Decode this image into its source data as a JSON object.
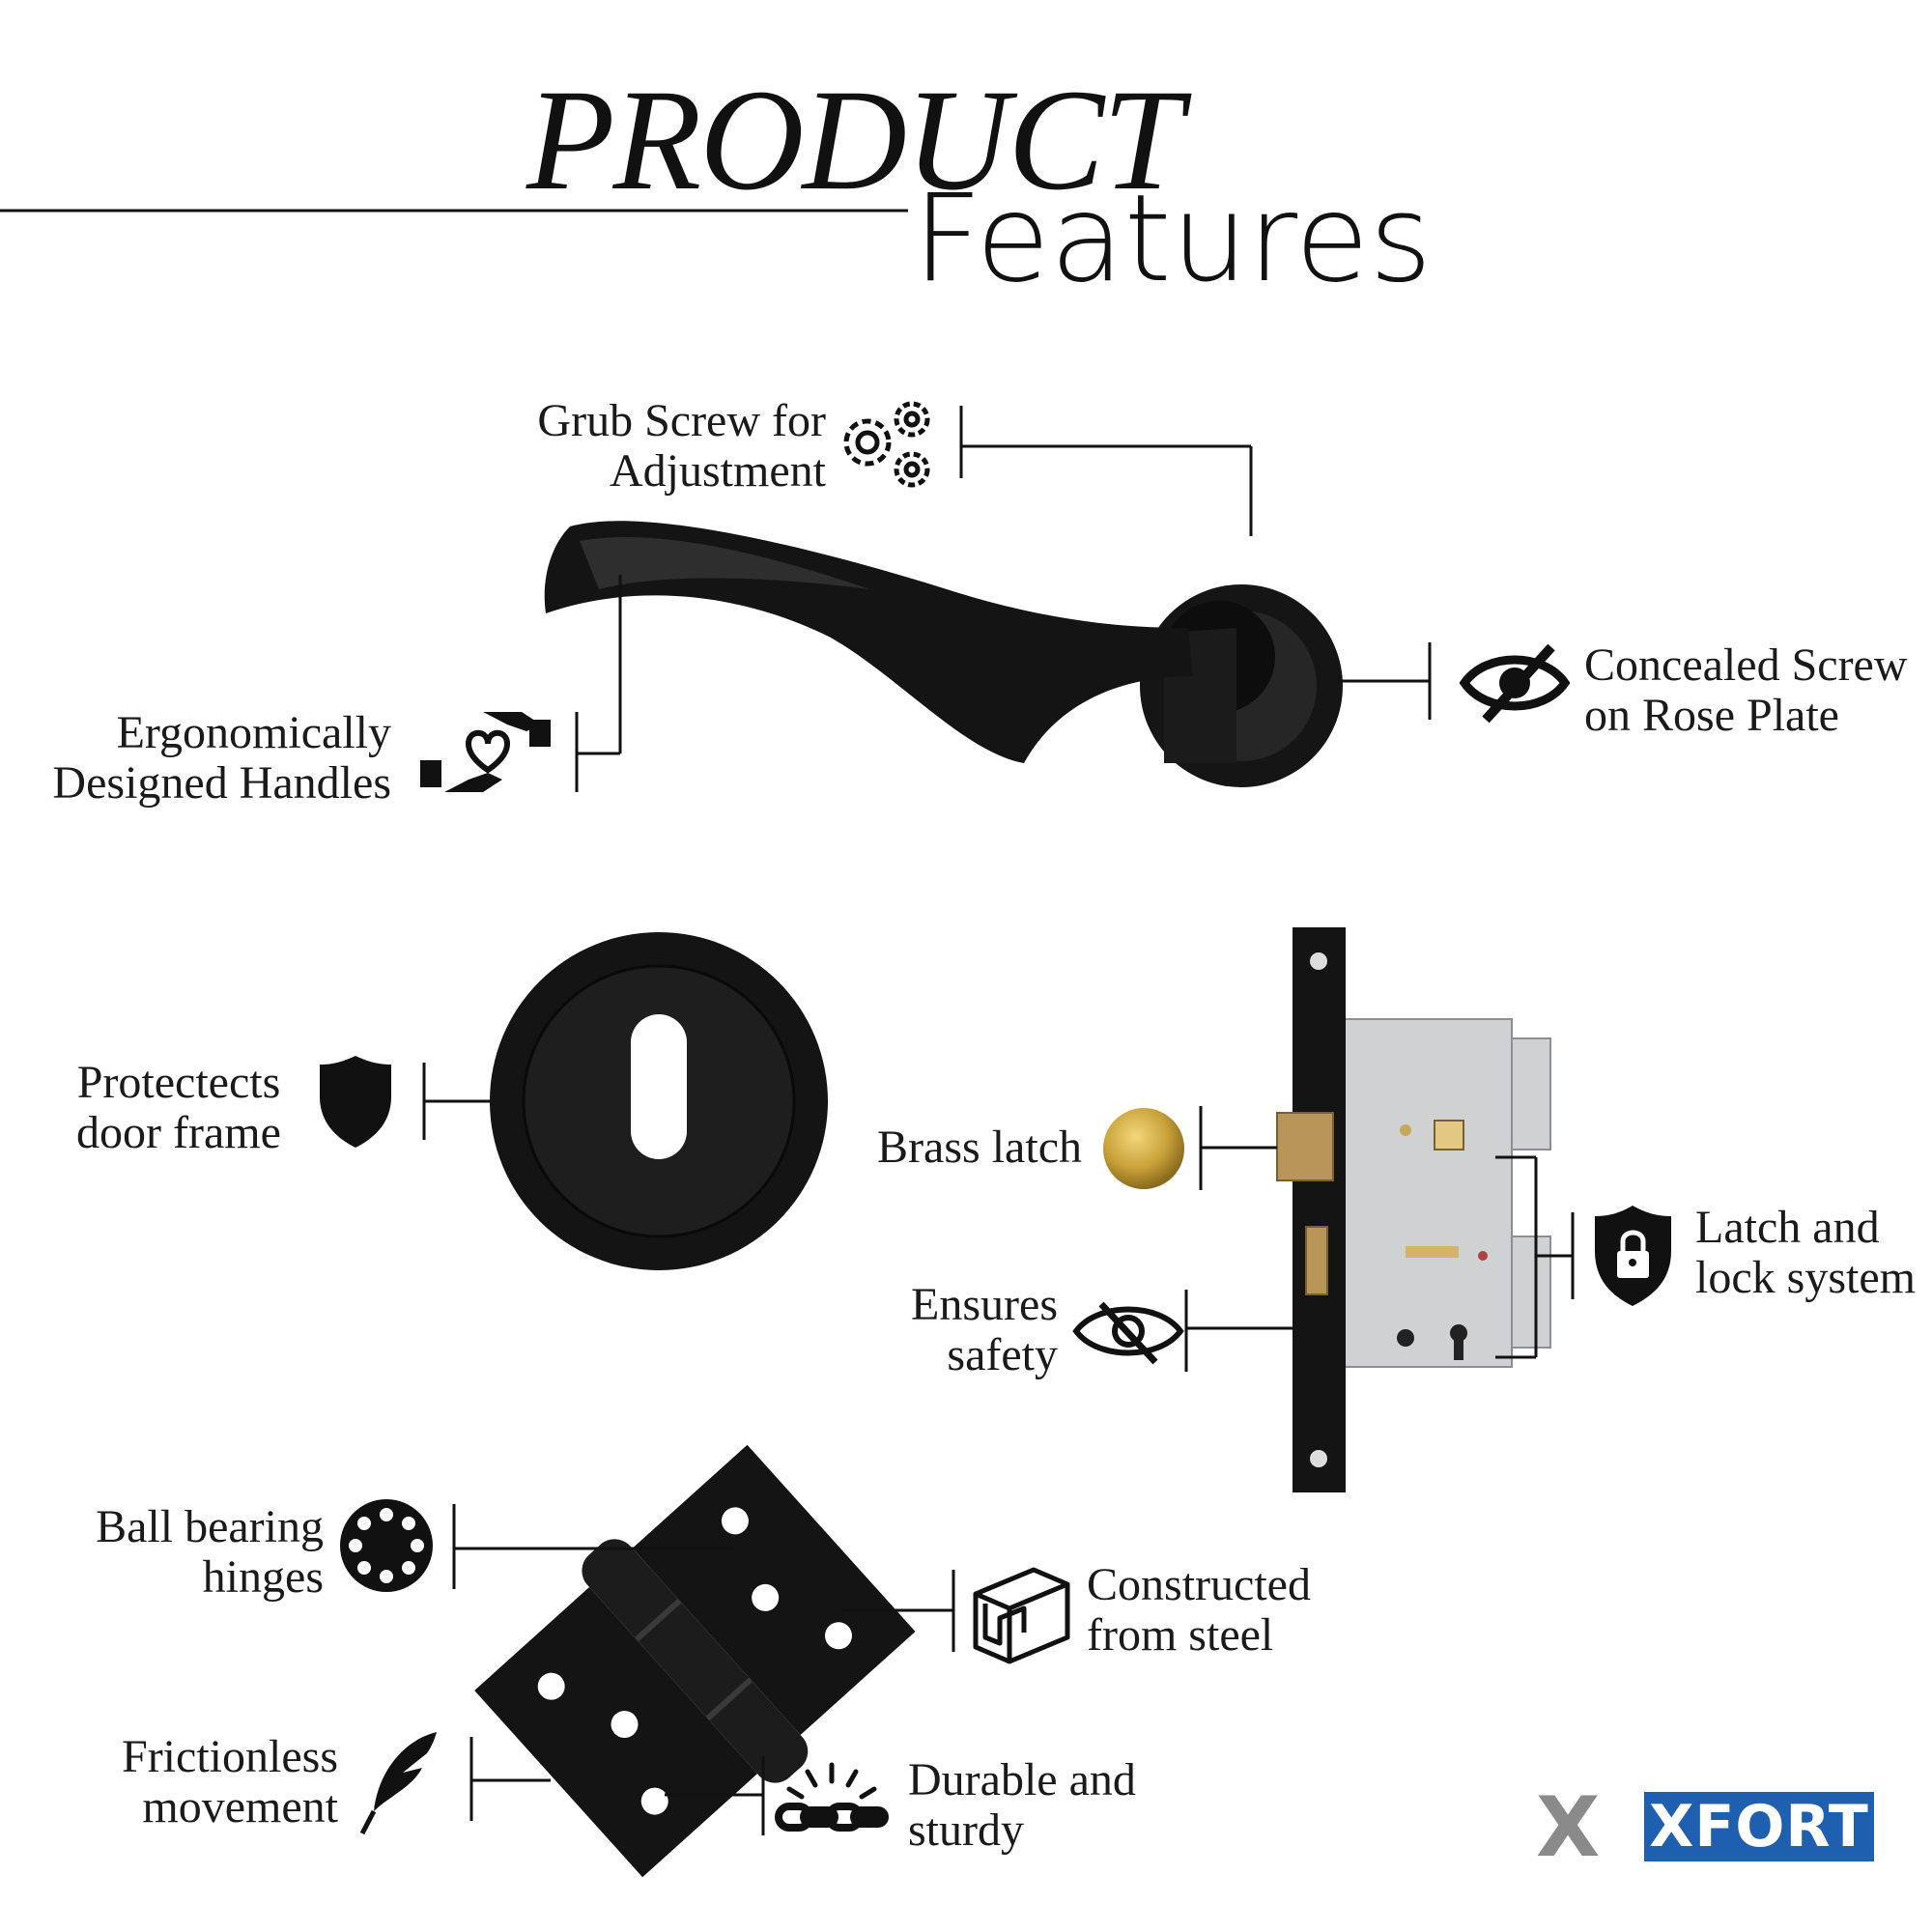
{
  "heading": {
    "line1": "PRODUCT",
    "line2": "Features"
  },
  "features": {
    "grub_screw": "Grub Screw for Adjustment",
    "ergonomic": "Ergonomically Designed Handles",
    "concealed": "Concealed Screw on Rose Plate",
    "protects": "Protectects door frame",
    "brass": "Brass latch",
    "ensures": "Ensures safety",
    "latch_lock": "Latch and lock system",
    "ball_bearing": "Ball bearing hinges",
    "steel": "Constructed from steel",
    "frictionless": "Frictionless movement",
    "durable": "Durable and sturdy"
  },
  "brand": {
    "name": "XFORT",
    "mark": "X"
  },
  "colors": {
    "brand_blue": "#1f5fb0",
    "product_black": "#111111",
    "brass": "#c9a23a"
  },
  "icons": [
    "gears-icon",
    "hands-heart-icon",
    "eye-slash-icon",
    "shield-icon",
    "brass-disc-icon",
    "shield-lock-icon",
    "ball-bearing-icon",
    "steel-profile-icon",
    "feather-icon",
    "broken-chain-icon"
  ]
}
